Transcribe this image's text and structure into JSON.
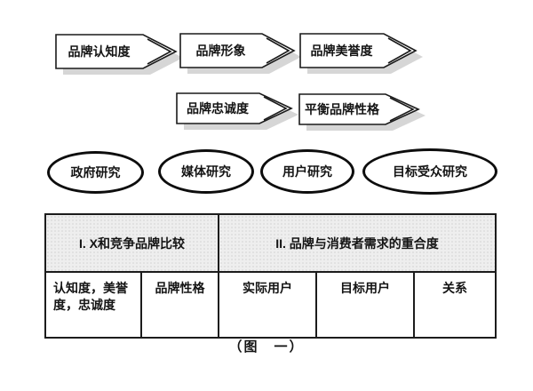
{
  "flow_top": [
    {
      "label": "品牌认知度"
    },
    {
      "label": "品牌形象"
    },
    {
      "label": "品牌美誉度"
    }
  ],
  "flow_mid": [
    {
      "label": "品牌忠诚度"
    },
    {
      "label": "平衡品牌性格"
    }
  ],
  "research": [
    {
      "label": "政府研究"
    },
    {
      "label": "媒体研究"
    },
    {
      "label": "用户研究"
    },
    {
      "label": "目标受众研究"
    }
  ],
  "table": {
    "headers": [
      {
        "label": "I.  X和竞争品牌比较"
      },
      {
        "label": "II.  品牌与消费者需求的重合度"
      }
    ],
    "cells": [
      {
        "label": "认知度，美誉度，忠诚度"
      },
      {
        "label": "品牌性格"
      },
      {
        "label": "实际用户"
      },
      {
        "label": "目标用户"
      },
      {
        "label": "关系"
      }
    ]
  },
  "caption": "（图　一）",
  "colors": {
    "shape_stroke": "#1a1a1a",
    "ellipse_stroke": "#0d0d0d",
    "shadow": "#d6d6d6",
    "header_bg": "#eeeeee"
  }
}
